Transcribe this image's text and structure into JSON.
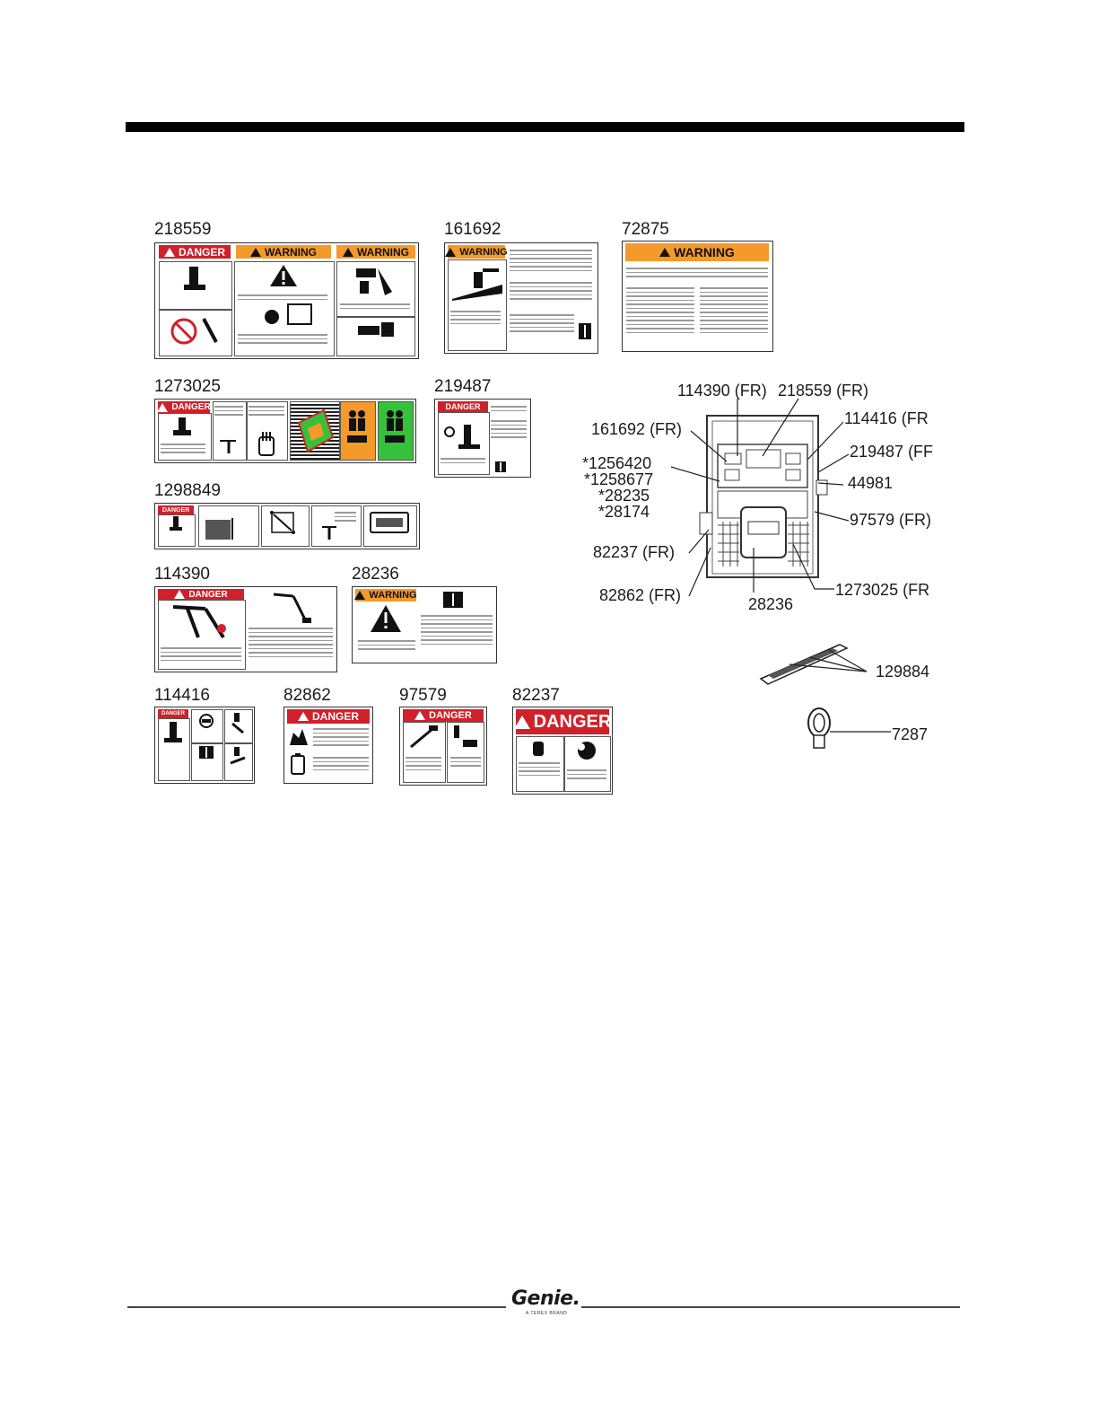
{
  "decals": [
    {
      "id": "218559"
    },
    {
      "id": "161692"
    },
    {
      "id": "72875"
    },
    {
      "id": "1273025"
    },
    {
      "id": "219487"
    },
    {
      "id": "1298849"
    },
    {
      "id": "114390"
    },
    {
      "id": "28236"
    },
    {
      "id": "114416"
    },
    {
      "id": "82862"
    },
    {
      "id": "97579"
    },
    {
      "id": "82237"
    }
  ],
  "headers": {
    "danger": "DANGER",
    "warning": "WARNING"
  },
  "diagram_labels": {
    "l114390_fr": "114390 (FR)",
    "l218559_fr": "218559 (FR)",
    "l161692_fr": "161692 (FR)",
    "l114416_fr": "114416 (FR",
    "l219487_fr": "219487 (FF",
    "l1256420": "*1256420",
    "l1258677": "*1258677",
    "l28235": "*28235",
    "l28174": "*28174",
    "l44981": "44981",
    "l97579_fr": "97579 (FR)",
    "l82237_fr": "82237 (FR)",
    "l82862_fr": "82862 (FR)",
    "l28236": "28236",
    "l1273025_fr": "1273025 (FR",
    "l129884": "129884",
    "l7287": "7287"
  },
  "footer": {
    "logo": "Genie.",
    "tagline": "A TEREX BRAND"
  },
  "colors": {
    "danger_red": "#d0212a",
    "warning_orange": "#f39a2b",
    "green": "#35c23a"
  }
}
